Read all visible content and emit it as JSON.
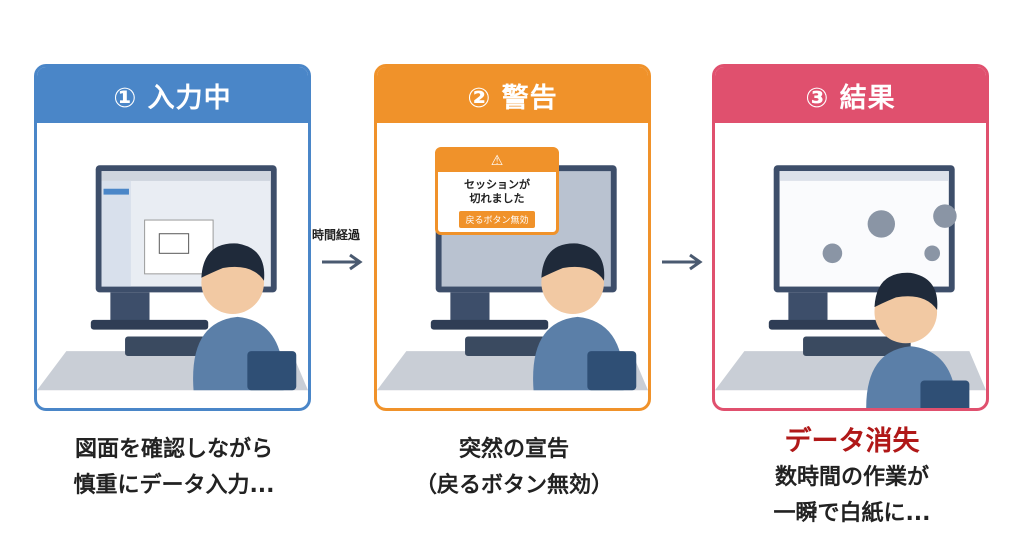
{
  "panels": [
    {
      "title": "① 入力中",
      "color": "#4a86c8"
    },
    {
      "title": "② 警告",
      "color": "#f0922a"
    },
    {
      "title": "③ 結果",
      "color": "#e0506e"
    }
  ],
  "time_label": "時間経過",
  "dialog": {
    "message_line1": "セッションが",
    "message_line2": "切れました",
    "button": "戻るボタン無効"
  },
  "captions": [
    {
      "line1": "図面を確認しながら",
      "line2": "慎重にデータ入力..."
    },
    {
      "line1": "突然の宣告",
      "line2": "（戻るボタン無効）"
    },
    {
      "title": "データ消失",
      "line1": "数時間の作業が",
      "line2": "一瞬で白紙に..."
    }
  ]
}
